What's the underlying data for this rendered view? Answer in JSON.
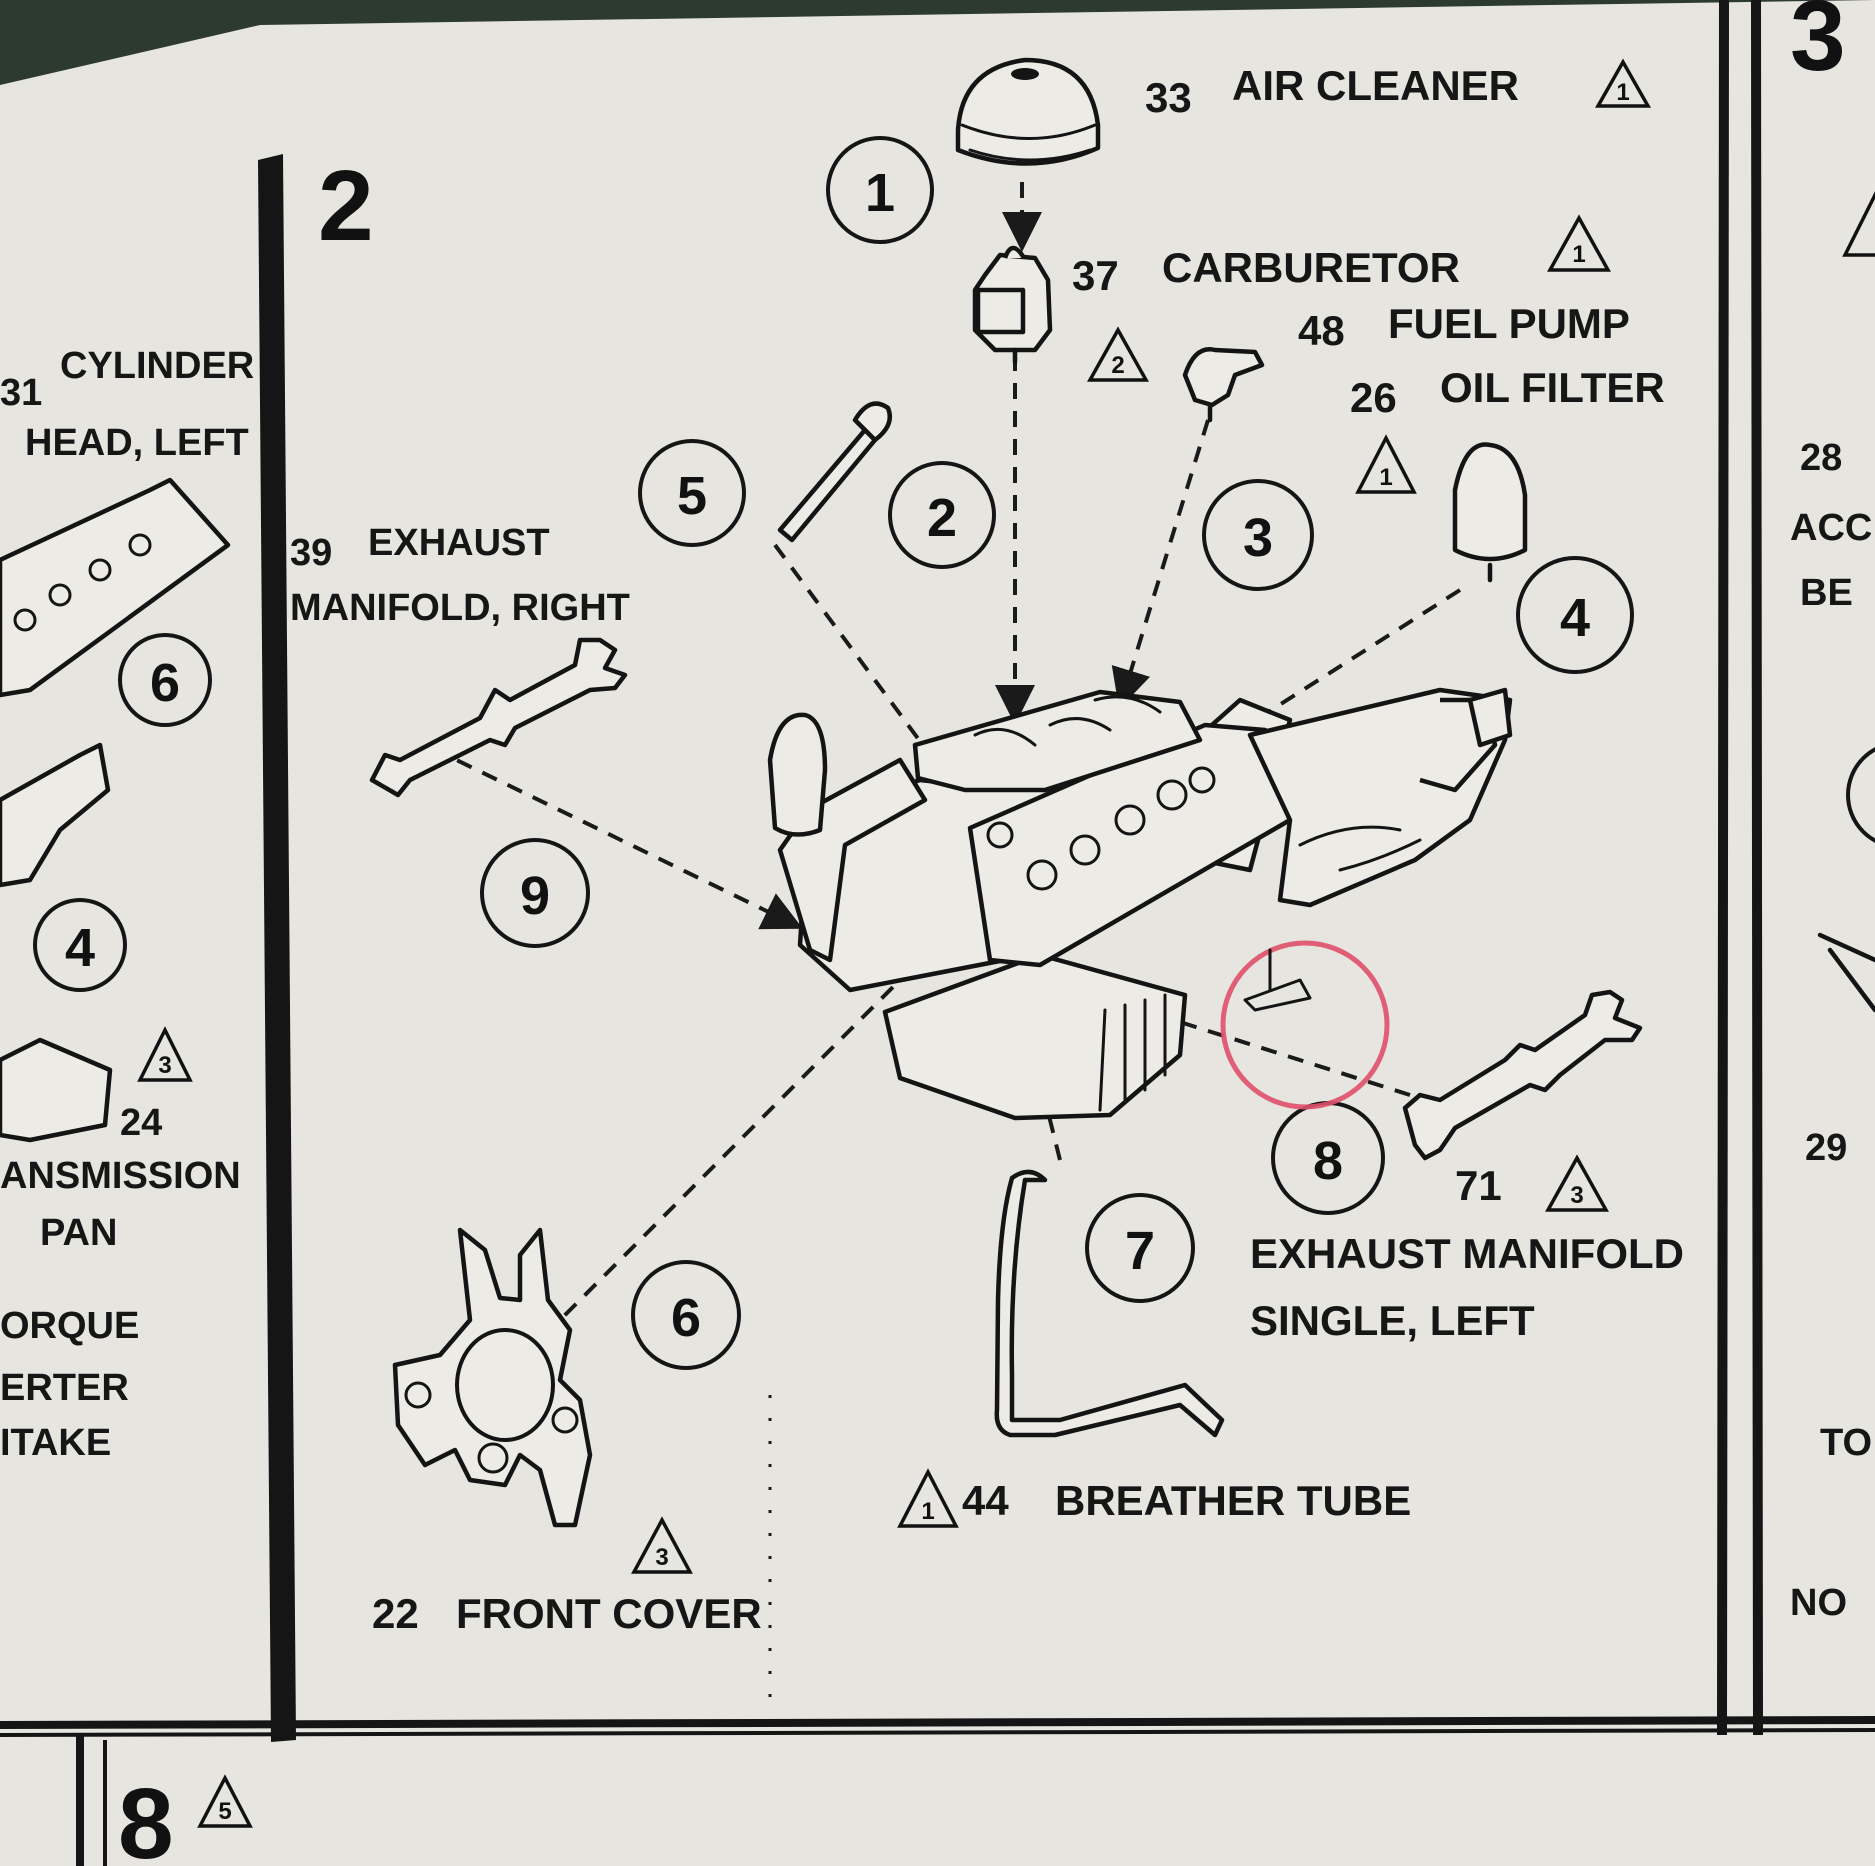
{
  "step": {
    "number": "2"
  },
  "next_step": {
    "number": "8",
    "badge": "5"
  },
  "parts": {
    "air_cleaner": {
      "num": "33",
      "name": "AIR CLEANER",
      "badge": "1"
    },
    "carburetor": {
      "num": "37",
      "name": "CARBURETOR",
      "badge": "1",
      "badge2": "2"
    },
    "fuel_pump": {
      "num": "48",
      "name": "FUEL PUMP"
    },
    "oil_filter": {
      "num": "26",
      "name": "OIL FILTER",
      "badge": "1"
    },
    "exhaust_right": {
      "num": "39",
      "name_line1": "EXHAUST",
      "name_line2": "MANIFOLD, RIGHT"
    },
    "exhaust_left": {
      "num": "71",
      "badge": "3",
      "name_line1": "EXHAUST MANIFOLD",
      "name_line2": "SINGLE, LEFT"
    },
    "breather_tube": {
      "num": "44",
      "name": "BREATHER TUBE",
      "badge": "1"
    },
    "front_cover": {
      "num": "22",
      "name": "FRONT COVER",
      "badge": "3"
    }
  },
  "sequence": [
    "1",
    "2",
    "3",
    "4",
    "5",
    "6",
    "7",
    "8",
    "9"
  ],
  "left_page": {
    "cylinder_head": {
      "num": "31",
      "line1": "CYLINDER",
      "line2": "HEAD, LEFT",
      "num_shown": "1"
    },
    "seq_6": "6",
    "seq_4": "4",
    "trans_pan": {
      "badge": "3",
      "num": "24",
      "line1": "ANSMISSION",
      "line2": "PAN"
    },
    "torque": {
      "line1": "ORQUE",
      "line2": "ERTER",
      "line3": "ITAKE"
    }
  },
  "right_page": {
    "step_partial": "3",
    "num_28": "28",
    "line_acc": "ACC",
    "line_be": "BE",
    "num_29": "29",
    "line_to": "TO",
    "line_no": "NO"
  },
  "colors": {
    "paper": "#e8e7e2",
    "ink": "#141414",
    "highlight": "#e0506a",
    "background": "#2d3a30"
  }
}
